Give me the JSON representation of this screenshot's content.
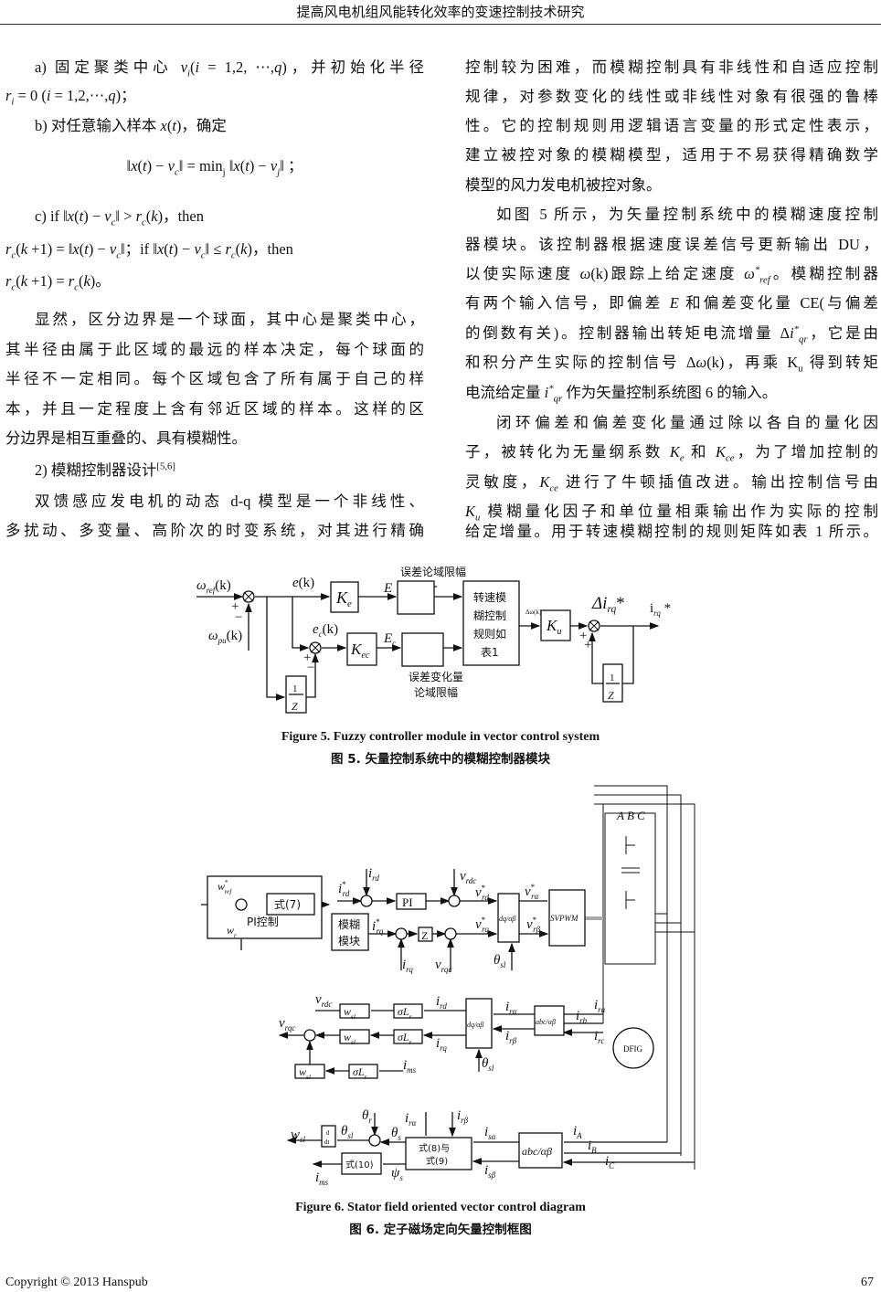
{
  "header": {
    "title": "提高风电机组风能转化效率的变速控制技术研究"
  },
  "left": {
    "lines": [
      [
        "a)  固定聚类中心 ",
        {
          "m": "v",
          "b": "i"
        },
        "(",
        {
          "m": "i"
        },
        " = 1,2, ⋯,",
        {
          "m": "q"
        },
        ")，并初始化半径"
      ],
      [
        {
          "m": "r",
          "b": "i"
        },
        " = 0 (",
        {
          "m": "i"
        },
        " = 1,2,⋯,",
        {
          "m": "q"
        },
        ")；"
      ],
      [
        "b)  对任意输入样本 ",
        {
          "m": "x"
        },
        "(",
        {
          "m": "t"
        },
        ")，确定"
      ],
      [
        "‖",
        {
          "m": "x"
        },
        "(",
        {
          "m": "t"
        },
        ") − ",
        {
          "m": "v",
          "b": "c"
        },
        "‖ = ",
        {
          "m": "min",
          "it": false,
          "b": "j"
        },
        " ‖",
        {
          "m": "x"
        },
        "(",
        {
          "m": "t"
        },
        ") − ",
        {
          "m": "v",
          "b": "j"
        },
        "‖ ；"
      ],
      [
        "c) if  ‖",
        {
          "m": "x"
        },
        "(",
        {
          "m": "t"
        },
        ") − ",
        {
          "m": "v",
          "b": "c"
        },
        "‖ > ",
        {
          "m": "r",
          "b": "c"
        },
        "(",
        {
          "m": "k"
        },
        ")，then"
      ],
      [
        {
          "m": "r",
          "b": "c"
        },
        "(",
        {
          "m": "k"
        },
        " +1) = ‖",
        {
          "m": "x"
        },
        "(",
        {
          "m": "t"
        },
        ") − ",
        {
          "m": "v",
          "b": "c"
        },
        "‖；if  ‖",
        {
          "m": "x"
        },
        "(",
        {
          "m": "t"
        },
        ") − ",
        {
          "m": "v",
          "b": "c"
        },
        "‖ ≤ ",
        {
          "m": "r",
          "b": "c"
        },
        "(",
        {
          "m": "k"
        },
        ")，then"
      ],
      [
        {
          "m": "r",
          "b": "c"
        },
        "(",
        {
          "m": "k"
        },
        " +1) = ",
        {
          "m": "r",
          "b": "c"
        },
        "(",
        {
          "m": "k"
        },
        ")。"
      ],
      [
        "显然，区分边界是一个球面，其中心是聚类中心，"
      ],
      [
        "其半径由属于此区域的最远的样本决定，每个球面的"
      ],
      [
        "半径不一定相同。每个区域包含了所有属于自己的样"
      ],
      [
        "本，并且一定程度上含有邻近区域的样本。这样的区"
      ],
      [
        "分边界是相互重叠的、具有模糊性。"
      ],
      [
        "2)  模糊控制器设计",
        {
          "m": "",
          "it": false,
          "p": "[5,6]"
        }
      ],
      [
        "双馈感应发电机的动态 d-q 模型是一个非线性、"
      ],
      [
        "多扰动、多变量、高阶次的时变系统，对其进行精确"
      ]
    ]
  },
  "right": {
    "lines": [
      [
        "控制较为困难，而模糊控制具有非线性和自适应控制"
      ],
      [
        "规律，对参数变化的线性或非线性对象有很强的鲁棒"
      ],
      [
        "性。它的控制规则用逻辑语言变量的形式定性表示，"
      ],
      [
        "建立被控对象的模糊模型，适用于不易获得精确数学"
      ],
      [
        "模型的风力发电机被控对象。"
      ],
      [
        "如图 5 所示，为矢量控制系统中的模糊速度控制"
      ],
      [
        "器模块。该控制器根据速度误差信号更新输出  DU，"
      ],
      [
        "以使实际速度 ",
        {
          "m": "ω"
        },
        "(k)跟踪上给定速度 ",
        {
          "m": "ω",
          "b": "ref",
          "p": "*"
        },
        "。模糊控制器"
      ],
      [
        "有两个输入信号，即偏差 ",
        {
          "m": "E"
        },
        " 和偏差变化量 CE(与偏差"
      ],
      [
        "的倒数有关)。控制器输出转矩电流增量 Δ",
        {
          "m": "i",
          "p": "*",
          "b": "qr"
        },
        "，它是由"
      ],
      [
        "和积分产生实际的控制信号 Δ",
        {
          "m": "ω"
        },
        "(k)，再乘 K",
        {
          "m": "",
          "it": false,
          "b": "u"
        },
        " 得到转矩"
      ],
      [
        "电流给定量 ",
        {
          "m": "i",
          "p": "*",
          "b": "qr"
        },
        " 作为矢量控制系统图 6 的输入。"
      ],
      [
        "闭环偏差和偏差变化量通过除以各自的量化因"
      ],
      [
        "子，被转化为无量纲系数 ",
        {
          "m": "K",
          "b": "e"
        },
        " 和 ",
        {
          "m": "K",
          "b": "ce"
        },
        "，为了增加控制的"
      ],
      [
        "灵敏度，",
        {
          "m": "K",
          "b": "ce"
        },
        " 进行了牛顿插值改进。输出控制信号由"
      ],
      [
        {
          "m": "K",
          "b": "u"
        },
        " 模糊量化因子和单位量相乘输出作为实际的控制"
      ],
      [
        "给定增量。用于转速模糊控制的规则矩阵如表 1 所示。"
      ]
    ]
  },
  "fig5": {
    "caption_en": "Figure 5. Fuzzy controller module in vector control system",
    "caption_zh": "图 5.  矢量控制系统中的模糊控制器模块",
    "labels": {
      "w_ref": {
        "m": "ω",
        "b": "ref",
        "t": "(k)"
      },
      "w_pu": {
        "m": "ω",
        "b": "pu",
        "t": "(k)"
      },
      "e_k": {
        "m": "e",
        "t": "(k)"
      },
      "ec_k": {
        "m": "e",
        "b": "c",
        "t": "(k)"
      },
      "E": {
        "m": "E"
      },
      "Ec": {
        "m": "E",
        "b": "c"
      },
      "Ke": {
        "m": "K",
        "b": "e"
      },
      "Kec": {
        "m": "K",
        "b": "ec"
      },
      "Ku": {
        "m": "K",
        "b": "u"
      },
      "dw": {
        "m": "Δω(k)",
        "it": false
      },
      "dirq": {
        "m": "Δi",
        "b": "rq",
        "t": "*"
      },
      "irq": {
        "m": "i",
        "it": false,
        "b": "rq",
        "t": " *"
      }
    },
    "text": {
      "sat1": "误差论域限幅",
      "sat2a": "误差变化量",
      "sat2b": "论域限幅",
      "rule": [
        "转速模",
        "糊控制",
        "规则如",
        "表1"
      ],
      "one": "1",
      "z": "Z",
      "plus": "+",
      "minus": "−"
    }
  },
  "fig6": {
    "caption_en": "Figure 6. Stator field oriented vector control diagram",
    "caption_zh": "图 6.  定子磁场定向矢量控制框图",
    "text": {
      "eq7": "式(7)",
      "pi_ctrl": "PI控制",
      "pi": "PI",
      "fuzzy1": "模糊",
      "fuzzy2": "模块",
      "z": "Z",
      "svpwm": "SVPWM",
      "dq_ab": "dq/αβ",
      "abc_ab": "abc/αβ",
      "dfig": "DFIG",
      "abc": "A B C",
      "eq89a": "式(8)与",
      "eq89b": "式(9)",
      "eq10": "式(10)",
      "d": "d",
      "dt": "dt"
    },
    "labels": {
      "wref": {
        "m": "w",
        "b": "ref",
        "p": "*"
      },
      "wr": {
        "m": "w",
        "b": "r"
      },
      "ird_s": {
        "m": "i",
        "b": "rd",
        "p": "*"
      },
      "ird": {
        "m": "i",
        "b": "rd"
      },
      "irq_s": {
        "m": "i",
        "b": "rq",
        "p": "*"
      },
      "irq": {
        "m": "i",
        "b": "rq"
      },
      "vrdc": {
        "m": "v",
        "b": "rdc"
      },
      "vrqc": {
        "m": "v",
        "b": "rqc"
      },
      "vrd_s": {
        "m": "v",
        "b": "rd",
        "p": "*"
      },
      "vrq_s": {
        "m": "v",
        "b": "rq",
        "p": "*"
      },
      "vra_s": {
        "m": "v",
        "b": "rα",
        "p": "*"
      },
      "vrb_s": {
        "m": "v",
        "b": "rβ",
        "p": "*"
      },
      "thsl": {
        "m": "θ",
        "b": "sl"
      },
      "wsl": {
        "m": "w",
        "b": "sl"
      },
      "sLr": {
        "m": "σL",
        "b": "r"
      },
      "ira": {
        "m": "i",
        "b": "rα"
      },
      "irb": {
        "m": "i",
        "b": "rβ"
      },
      "i_ra": {
        "m": "i",
        "b": "ra"
      },
      "i_rb": {
        "m": "i",
        "b": "rb"
      },
      "i_rc": {
        "m": "i",
        "b": "rc"
      },
      "ims": {
        "m": "i",
        "b": "ms"
      },
      "thr": {
        "m": "θ",
        "b": "r"
      },
      "ths": {
        "m": "θ",
        "b": "s"
      },
      "isa": {
        "m": "i",
        "b": "sα"
      },
      "isb": {
        "m": "i",
        "b": "sβ"
      },
      "psis": {
        "m": "ψ",
        "b": "s"
      },
      "iA": {
        "m": "i",
        "b": "A"
      },
      "iB": {
        "m": "i",
        "b": "B"
      },
      "iC": {
        "m": "i",
        "b": "C"
      }
    }
  },
  "footer": {
    "copyright": "Copyright © 2013 Hanspub",
    "page": "67"
  }
}
